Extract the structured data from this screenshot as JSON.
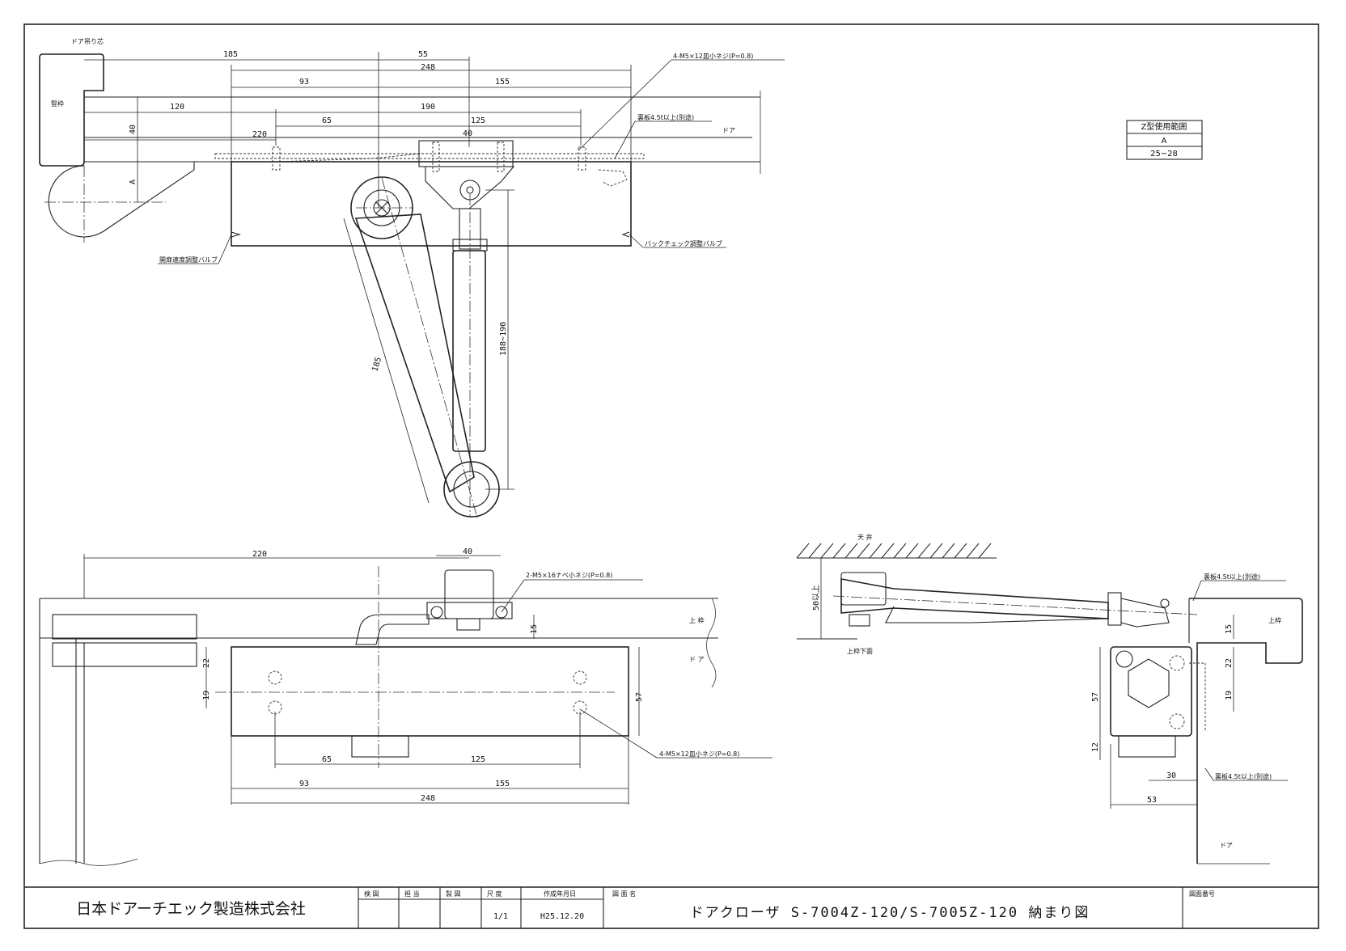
{
  "top_view": {
    "door_pivot_label": "ドア吊り芯",
    "frame_label": "竪枠",
    "door_label": "ドア",
    "dim_185_top": "185",
    "dim_55": "55",
    "dim_248_top": "248",
    "dim_93_top": "93",
    "dim_155_top": "155",
    "dim_120": "120",
    "dim_190": "190",
    "dim_65_top": "65",
    "dim_125_top": "125",
    "dim_220_top": "220",
    "dim_40_top": "40",
    "dim_40_side": "40",
    "dim_a": "A",
    "dim_188_190": "188~190",
    "dim_185_arm": "185",
    "screw_callout": "4-M5×12皿小ネジ(P=0.8)",
    "backing_callout": "裏板4.5t以上(別途)",
    "valve_left": "開扉速度調整バルブ",
    "valve_right": "バックチェック調整バルブ"
  },
  "range_table": {
    "title": "Z型使用範囲",
    "header": "A",
    "value": "25~28"
  },
  "front_view": {
    "dim_220": "220",
    "dim_40": "40",
    "bracket_callout": "2-M5×16ナベ小ネジ(P=0.8)",
    "frame_label": "上 枠",
    "door_label": "ド ア",
    "dim_15": "15",
    "dim_22": "22",
    "dim_19": "19",
    "dim_57": "57",
    "screw_callout": "4-M5×12皿小ネジ(P=0.8)",
    "dim_65": "65",
    "dim_125": "125",
    "dim_93": "93",
    "dim_155": "155",
    "dim_248": "248"
  },
  "side_view": {
    "ceiling_label": "天 井",
    "frame_bottom_label": "上枠下面",
    "dim_50": "50以上",
    "backing_top": "裏板4.5t以上(別途)",
    "frame_label": "上枠",
    "dim_15": "15",
    "dim_22": "22",
    "dim_19": "19",
    "dim_57": "57",
    "dim_12": "12",
    "dim_30": "30",
    "dim_53": "53",
    "backing_bottom": "裏板4.5t以上(別途)",
    "door_label": "ドア"
  },
  "title_block": {
    "company": "日本ドアーチエック製造株式会社",
    "col_check": "検 図",
    "col_charge": "担 当",
    "col_draw": "製 図",
    "col_scale": "尺 度",
    "col_date": "作成年月日",
    "col_name": "図 面 名",
    "col_number": "図面番号",
    "scale": "1/1",
    "date": "H25.12.20",
    "drawing_name": "ドアクローザ S-7004Z-120/S-7005Z-120 納まり図"
  }
}
